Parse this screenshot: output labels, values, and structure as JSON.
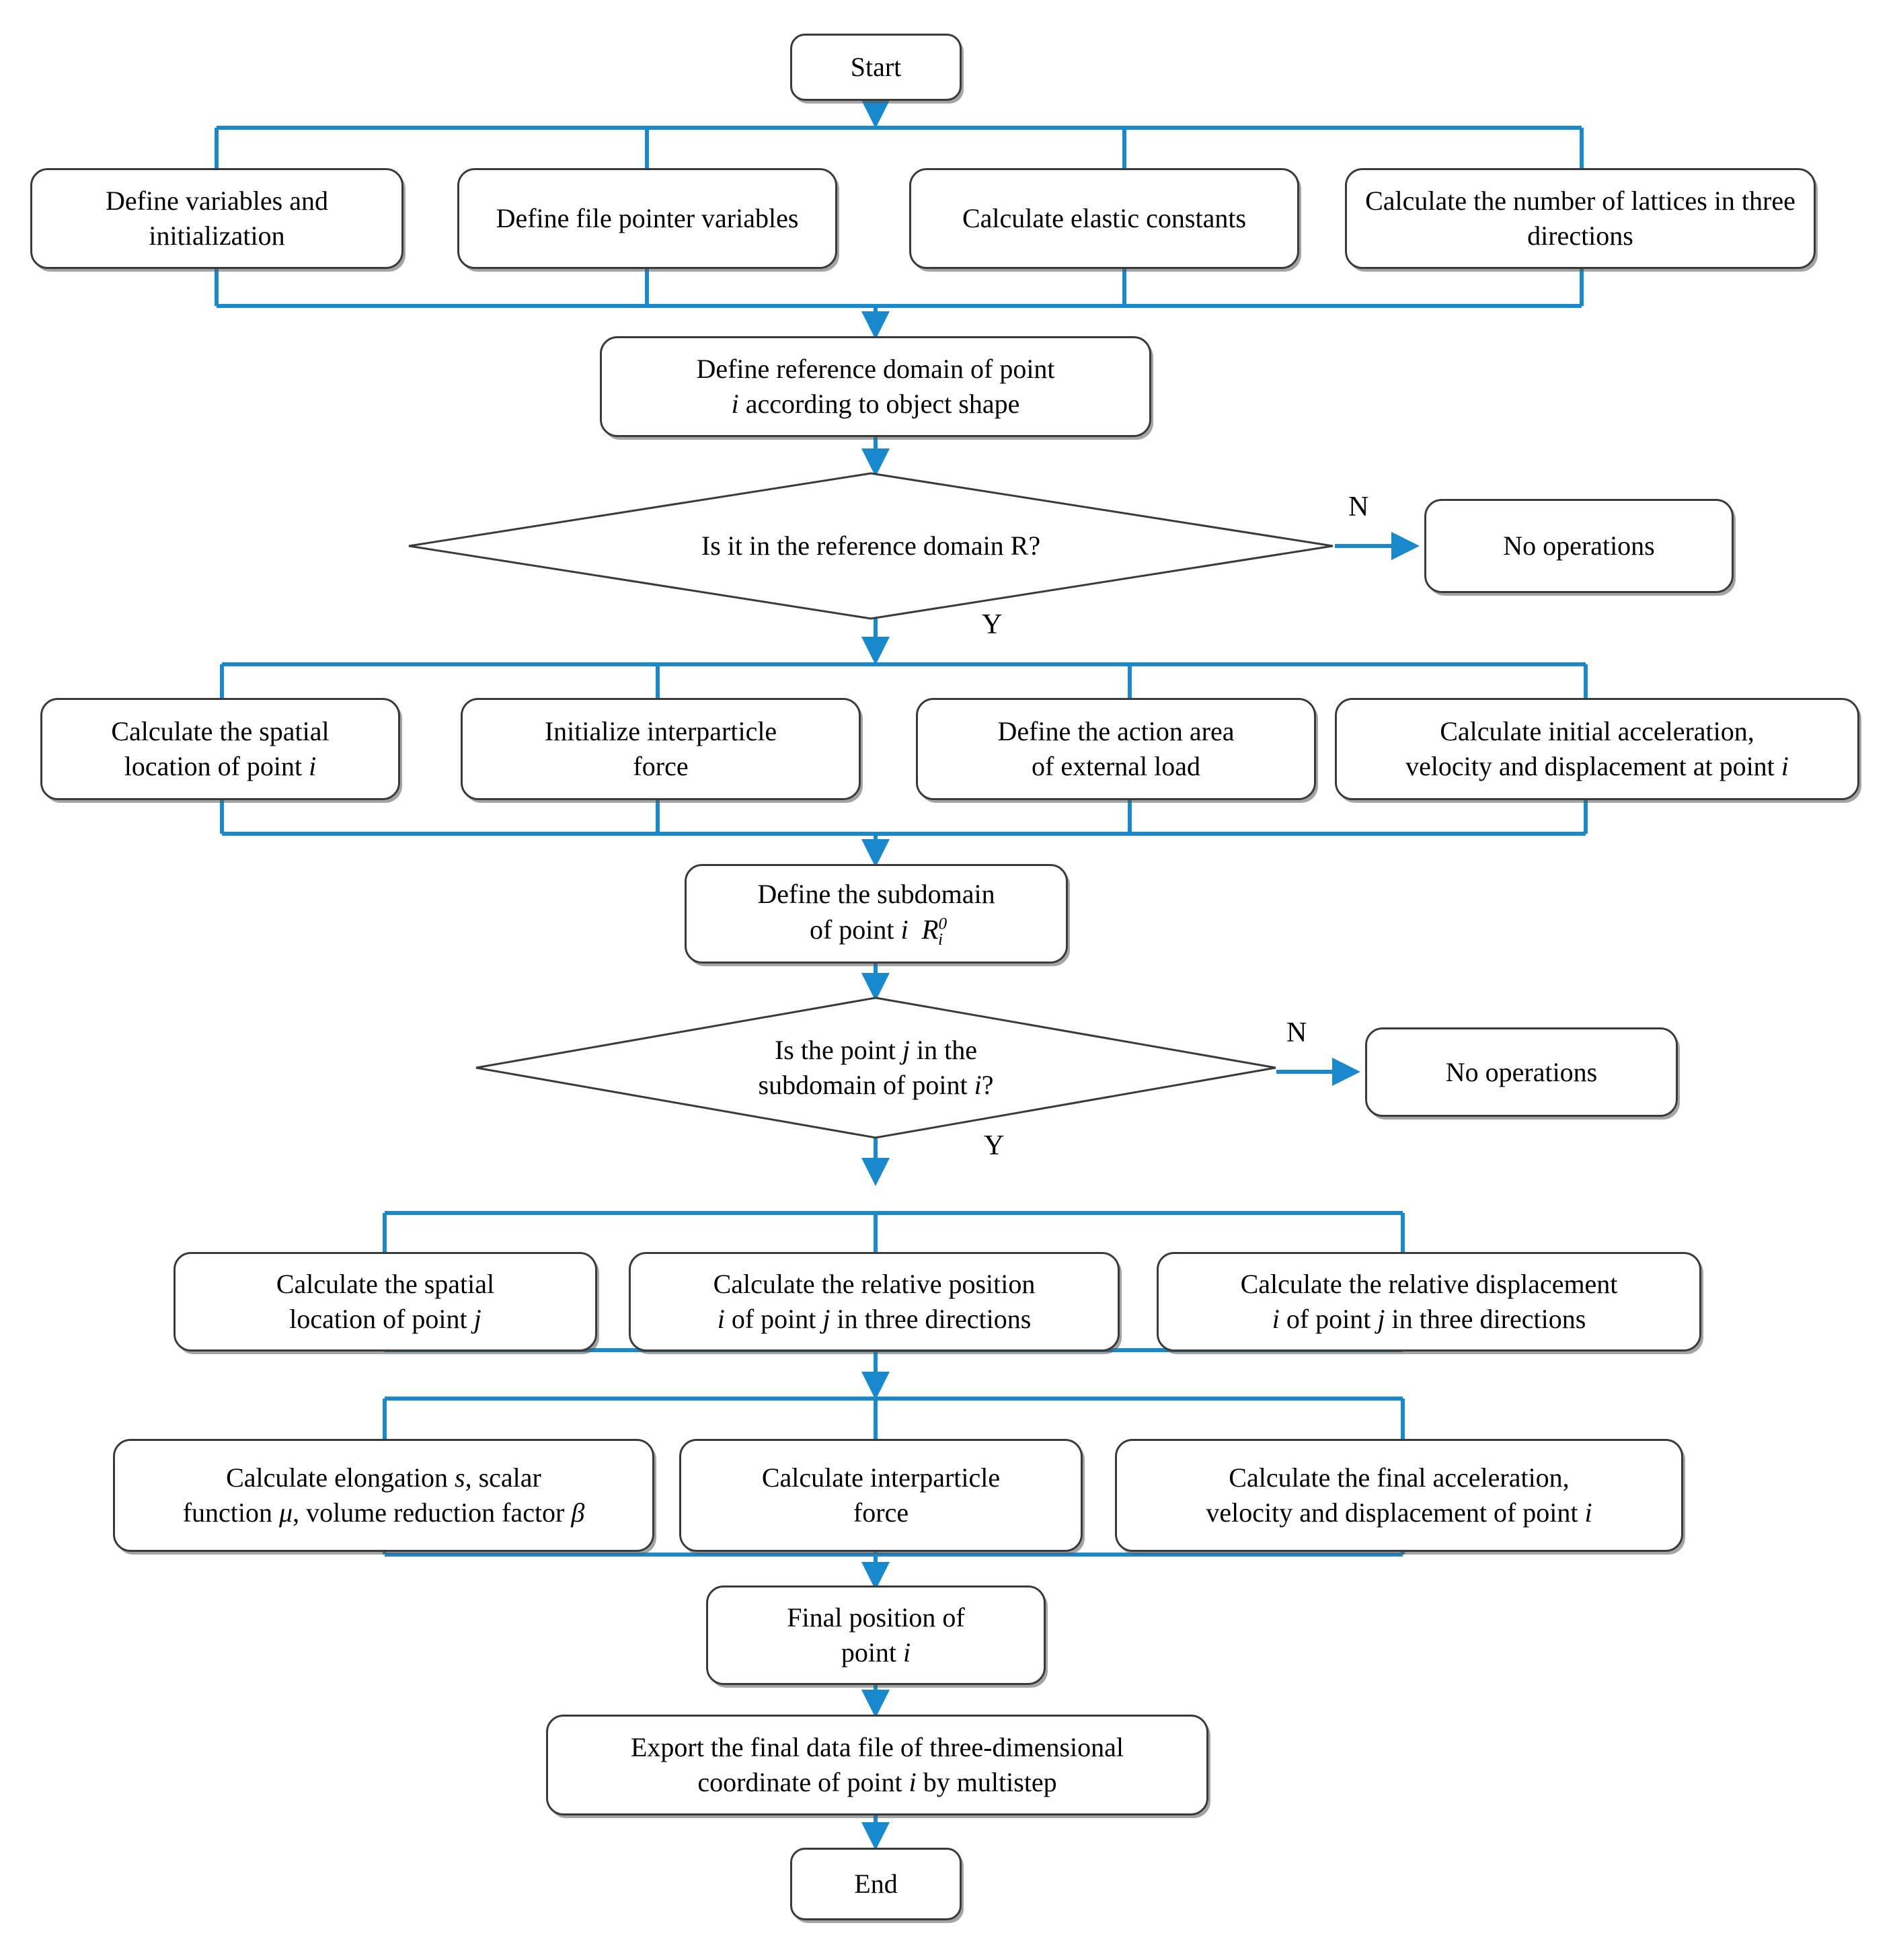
{
  "diagram": {
    "type": "flowchart",
    "title": "Peridynamics simulation program flowchart",
    "accent_color": "#1789CC",
    "node_border_color": "#3A3A3A",
    "background": "#FFFFFF"
  },
  "nodes": {
    "start": {
      "label": "Start"
    },
    "end": {
      "label": "End"
    },
    "init_row": [
      {
        "label": "Define variables and initialization"
      },
      {
        "label": "Define file pointer variables"
      },
      {
        "label": "Calculate elastic constants"
      },
      {
        "label": "Calculate the number of lattices in three directions"
      }
    ],
    "reference_domain": {
      "line1": "Define reference domain of point",
      "line2_pre": "",
      "line2_italic": "i",
      "line2_post": " according to object shape"
    },
    "decision1": {
      "label": "Is it in the reference domain R?",
      "yes_label": "Y",
      "no_label": "N"
    },
    "no_operations_1": {
      "label": "No operations"
    },
    "point_i_row": [
      {
        "line1": "Calculate the spatial",
        "line2": "location of point ",
        "italic": "i"
      },
      {
        "line1": "Initialize interparticle",
        "line2": "force",
        "italic": ""
      },
      {
        "line1": "Define the action area",
        "line2": "of external load",
        "italic": ""
      },
      {
        "line1": "Calculate initial acceleration,",
        "line2": "velocity and displacement at point ",
        "italic": "i"
      }
    ],
    "subdomain": {
      "line1": "Define the subdomain",
      "line2_pre": "of point ",
      "line2_italic": "i",
      "symbol_base": "R",
      "symbol_sup": "0",
      "symbol_sub": "i"
    },
    "decision2": {
      "line1_pre": "Is the point ",
      "line1_italic": "j",
      "line1_post": " in the",
      "line2_pre": "subdomain of point ",
      "line2_italic": "i",
      "line2_post": "?",
      "yes_label": "Y",
      "no_label": "N"
    },
    "no_operations_2": {
      "label": "No operations"
    },
    "point_j_row": [
      {
        "line1": "Calculate the spatial",
        "line2_pre": "location of point ",
        "line2_italic": "j",
        "line2_post": ""
      },
      {
        "line1": "Calculate the relative position",
        "line2_pre": "",
        "line2_italic": "i",
        "line2_mid": " of point ",
        "line2_italic2": "j",
        "line2_post": " in three directions"
      },
      {
        "line1": "Calculate the relative displacement",
        "line2_pre": "",
        "line2_italic": "i",
        "line2_mid": " of point ",
        "line2_italic2": "j",
        "line2_post": " in three directions"
      }
    ],
    "force_row": [
      {
        "line1_pre": "Calculate elongation ",
        "line1_italic": "s",
        "line1_post": ", scalar",
        "line2_pre": "function ",
        "line2_italic": "μ",
        "line2_mid": ", volume reduction factor ",
        "line2_italic2": "β"
      },
      {
        "line1": "Calculate interparticle",
        "line2": "force"
      },
      {
        "line1": "Calculate the final acceleration,",
        "line2_pre": "velocity and displacement of point ",
        "line2_italic": "i"
      }
    ],
    "final_position": {
      "line1": "Final position of",
      "line2_pre": "point ",
      "line2_italic": "i"
    },
    "export": {
      "line1": "Export the final data file of three-dimensional",
      "line2_pre": "coordinate of point ",
      "line2_italic": "i",
      "line2_post": " by multistep"
    }
  }
}
